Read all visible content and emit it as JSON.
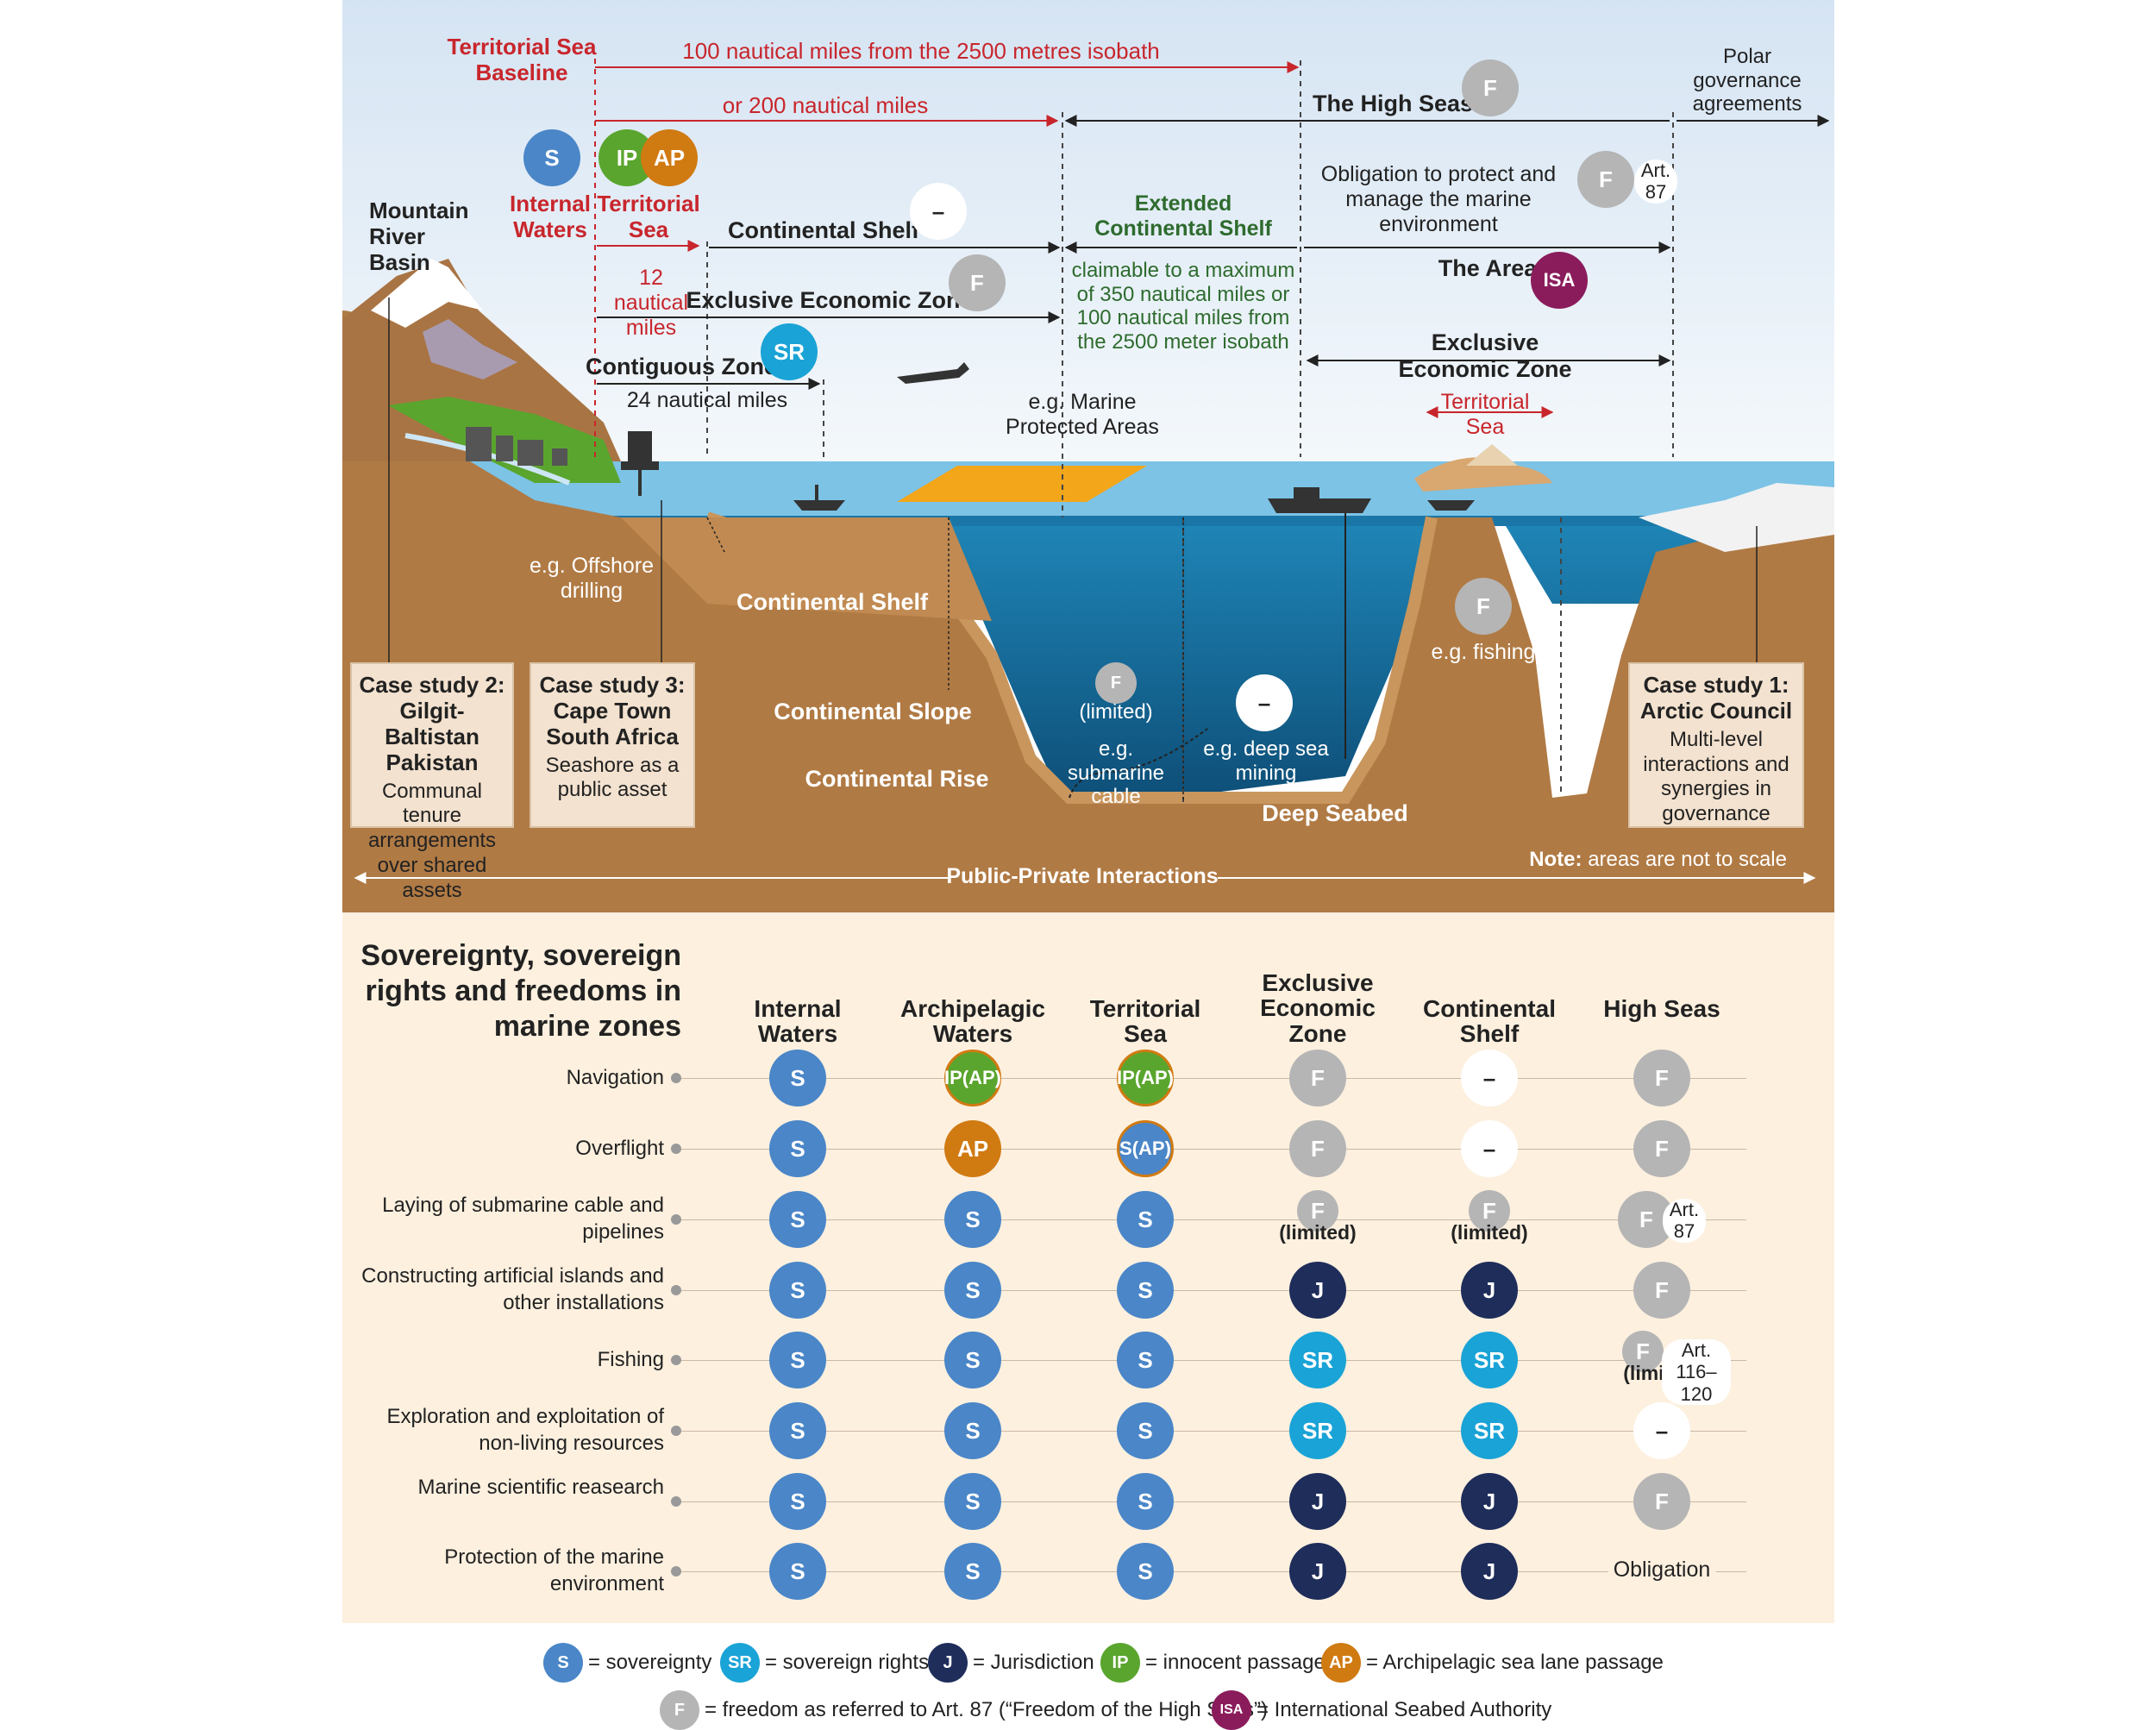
{
  "colors": {
    "S": "#4a86c8",
    "SR": "#1aa3d6",
    "J": "#1e2d5a",
    "IP": "#5aa52e",
    "AP": "#d07a12",
    "F": "#b5b5b5",
    "ISA": "#8a1c5c",
    "dash": "#ffffff",
    "red": "#c8262c",
    "sky": "#dde9f4",
    "sea": "#1b76a8",
    "ground": "#b07a44",
    "table_bg": "#fdf0df"
  },
  "badges": {
    "S": "S",
    "SR": "SR",
    "J": "J",
    "IP": "IP",
    "AP": "AP",
    "F": "F",
    "ISA": "ISA",
    "dash": "–",
    "IPAP": "IP(AP)",
    "SAP": "S(AP)"
  },
  "top": {
    "baseline": "Territorial Sea Baseline",
    "nm100": "100 nautical miles from the 2500 metres isobath",
    "nm200": "or 200 nautical miles",
    "high_seas": "The High Seas",
    "polar": "Polar governance agreements",
    "obligation": "Obligation to protect and manage the marine environment",
    "art87": "Art. 87",
    "mountain": "Mountain River Basin",
    "internal_waters": "Internal Waters",
    "territorial_sea": "Territorial Sea",
    "continental_shelf": "Continental Shelf",
    "extended_shelf": "Extended Continental Shelf",
    "claimable": "claimable to a maximum of 350 nautical miles or 100 nautical miles from the 2500 meter isobath",
    "the_area": "The Area",
    "nm12": "12 nautical miles",
    "eez": "Exclusive Economic Zone",
    "eez2": "Exclusive Economic Zone",
    "territorial_sea2": "Territorial Sea",
    "contiguous": "Contiguous Zone",
    "nm24": "24 nautical miles",
    "mpa": "e.g. Marine Protected Areas",
    "offshore": "e.g. Offshore drilling",
    "shelf_floor": "Continental Shelf",
    "slope": "Continental Slope",
    "rise": "Continental Rise",
    "limited": "(limited)",
    "cable": "e.g. submarine cable",
    "mining": "e.g. deep sea mining",
    "seabed": "Deep Seabed",
    "fishing": "e.g. fishing",
    "ppi": "Public-Private Interactions",
    "note_b": "Note:",
    "note": "areas are not to scale"
  },
  "cases": [
    {
      "title": "Case study 2: Gilgit-Baltistan Pakistan",
      "desc": "Communal tenure arrangements over shared assets"
    },
    {
      "title": "Case study 3: Cape Town South Africa",
      "desc": "Seashore as a public asset"
    },
    {
      "title": "Case study 1: Arctic Council",
      "desc": "Multi-level interactions and synergies in governance"
    }
  ],
  "table": {
    "title": "Sovereignty, sovereign rights and freedoms in marine zones",
    "columns": [
      "Internal Waters",
      "Archipelagic Waters",
      "Territorial Sea",
      "Exclusive Economic Zone",
      "Continental Shelf",
      "High Seas"
    ],
    "limited": "(limited)",
    "art87": "Art. 87",
    "art116": "Art. 116–120",
    "obligation": "Obligation",
    "rows": [
      {
        "label": "Navigation",
        "cells": [
          "S",
          "IPAP",
          "IPAP",
          "F",
          "dash",
          "F"
        ]
      },
      {
        "label": "Overflight",
        "cells": [
          "S",
          "AP",
          "SAP",
          "F",
          "dash",
          "F"
        ]
      },
      {
        "label": "Laying of submarine cable and pipelines",
        "cells": [
          "S",
          "S",
          "S",
          "F-limited",
          "F-limited",
          "F-art87"
        ]
      },
      {
        "label": "Constructing artificial islands and other installations",
        "cells": [
          "S",
          "S",
          "S",
          "J",
          "J",
          "F"
        ]
      },
      {
        "label": "Fishing",
        "cells": [
          "S",
          "S",
          "S",
          "SR",
          "SR",
          "F-limited-art116"
        ]
      },
      {
        "label": "Exploration and exploitation of non-living resources",
        "cells": [
          "S",
          "S",
          "S",
          "SR",
          "SR",
          "dash"
        ]
      },
      {
        "label": "Marine scientific reasearch",
        "cells": [
          "S",
          "S",
          "S",
          "J",
          "J",
          "F"
        ]
      },
      {
        "label": "Protection of the marine environment",
        "cells": [
          "S",
          "S",
          "S",
          "J",
          "J",
          "obligation"
        ]
      }
    ]
  },
  "legend": [
    {
      "code": "S",
      "text": "= sovereignty"
    },
    {
      "code": "SR",
      "text": "= sovereign rights"
    },
    {
      "code": "J",
      "text": "= Jurisdiction"
    },
    {
      "code": "IP",
      "text": "= innocent passage"
    },
    {
      "code": "AP",
      "text": "= Archipelagic sea lane passage"
    },
    {
      "code": "F",
      "text": "= freedom as referred to Art. 87 (“Freedom of the High Seas”)"
    },
    {
      "code": "ISA",
      "text": "= International Seabed Authority"
    }
  ]
}
